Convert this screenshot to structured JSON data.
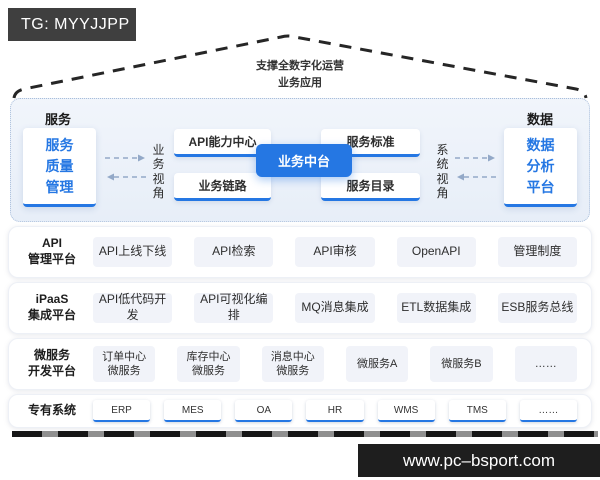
{
  "watermarks": {
    "top": "TG: MYYJJPP",
    "bottom": "www.pc–bsport.com"
  },
  "roof": {
    "line1": "支撑全数字化运营",
    "line2": "业务应用"
  },
  "colors": {
    "accent_blue": "#2577E3",
    "panel_bg": "#edf3fa",
    "badge_dark": "#3f3f3f",
    "base_bar_dark": "#161616"
  },
  "panel": {
    "service_label": "服务",
    "data_label": "数据",
    "left_card": "服务质量管理",
    "right_card": "数据分析平台",
    "left_axis": "业务视角",
    "right_axis": "系统视角",
    "center_box": "业务中台",
    "top_left_box": "API能力中心",
    "bottom_left_box": "业务链路",
    "top_right_box": "服务标准",
    "bottom_right_box": "服务目录"
  },
  "rows": [
    {
      "label1": "API",
      "label2": "管理平台",
      "items": [
        {
          "l1": "API上线下线",
          "l2": ""
        },
        {
          "l1": "API检索",
          "l2": ""
        },
        {
          "l1": "API审核",
          "l2": ""
        },
        {
          "l1": "OpenAPI",
          "l2": ""
        },
        {
          "l1": "管理制度",
          "l2": ""
        }
      ]
    },
    {
      "label1": "iPaaS",
      "label2": "集成平台",
      "items": [
        {
          "l1": "API低代码开发",
          "l2": ""
        },
        {
          "l1": "API可视化编排",
          "l2": ""
        },
        {
          "l1": "MQ消息集成",
          "l2": ""
        },
        {
          "l1": "ETL数据集成",
          "l2": ""
        },
        {
          "l1": "ESB服务总线",
          "l2": ""
        }
      ]
    },
    {
      "label1": "微服务",
      "label2": "开发平台",
      "items": [
        {
          "l1": "订单中心",
          "l2": "微服务"
        },
        {
          "l1": "库存中心",
          "l2": "微服务"
        },
        {
          "l1": "消息中心",
          "l2": "微服务"
        },
        {
          "l1": "微服务A",
          "l2": ""
        },
        {
          "l1": "微服务B",
          "l2": ""
        },
        {
          "l1": "……",
          "l2": ""
        }
      ]
    },
    {
      "label1": "专有系统",
      "label2": "",
      "items": [
        {
          "l1": "ERP"
        },
        {
          "l1": "MES"
        },
        {
          "l1": "OA"
        },
        {
          "l1": "HR"
        },
        {
          "l1": "WMS"
        },
        {
          "l1": "TMS"
        },
        {
          "l1": "……"
        }
      ]
    }
  ]
}
